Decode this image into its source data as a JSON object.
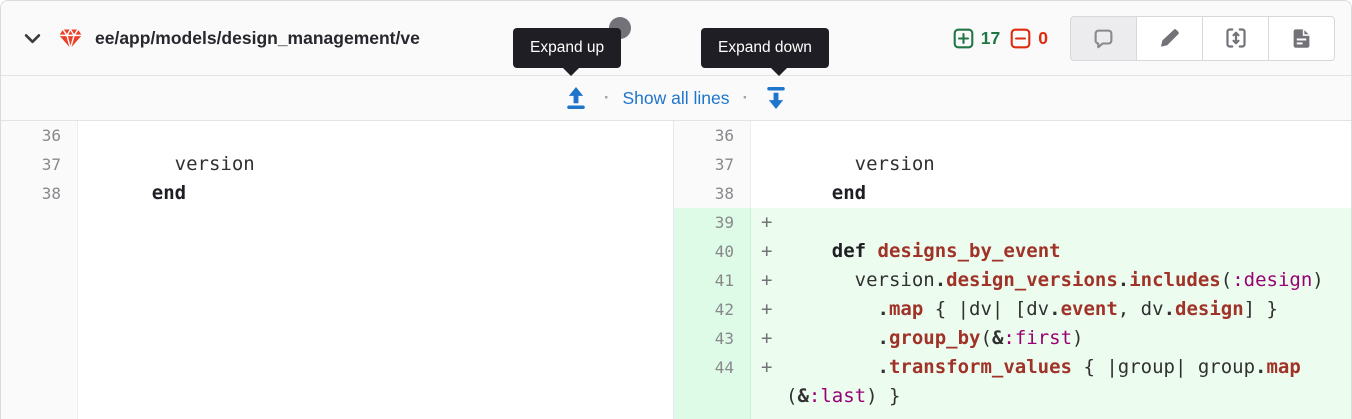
{
  "header": {
    "file_path": "ee/app/models/design_management/ve",
    "additions": "17",
    "deletions": "0",
    "icons": [
      "chevron-down-icon",
      "gem-icon",
      "square-plus-icon",
      "square-minus-icon",
      "comment-icon",
      "pencil-icon",
      "compare-versions-icon",
      "view-file-icon"
    ],
    "colors": {
      "additions": "#217645",
      "deletions": "#dd2b0e",
      "gem": "#e8402a",
      "link": "#1f75cb",
      "added_line_bg": "#ecfdf0",
      "added_gutter_bg": "#ddfbe6",
      "tooltip_bg": "#1f1e24"
    }
  },
  "tooltips": {
    "expand_up": "Expand up",
    "expand_down": "Expand down"
  },
  "expand_bar": {
    "show_all_label": "Show all lines",
    "separator": "·"
  },
  "diff": {
    "left_lines": [
      {
        "num": "36",
        "marker": "",
        "added": false,
        "segments": []
      },
      {
        "num": "37",
        "marker": "",
        "added": false,
        "segments": [
          [
            "p",
            "      version"
          ]
        ]
      },
      {
        "num": "38",
        "marker": "",
        "added": false,
        "segments": [
          [
            "p",
            "    "
          ],
          [
            "k",
            "end"
          ]
        ]
      }
    ],
    "right_lines": [
      {
        "num": "36",
        "marker": "",
        "added": false,
        "segments": []
      },
      {
        "num": "37",
        "marker": "",
        "added": false,
        "segments": [
          [
            "p",
            "      version"
          ]
        ]
      },
      {
        "num": "38",
        "marker": "",
        "added": false,
        "segments": [
          [
            "p",
            "    "
          ],
          [
            "k",
            "end"
          ]
        ]
      },
      {
        "num": "39",
        "marker": "+",
        "added": true,
        "segments": []
      },
      {
        "num": "40",
        "marker": "+",
        "added": true,
        "segments": [
          [
            "p",
            "    "
          ],
          [
            "k",
            "def"
          ],
          [
            "p",
            " "
          ],
          [
            "nf",
            "designs_by_event"
          ]
        ]
      },
      {
        "num": "41",
        "marker": "+",
        "added": true,
        "segments": [
          [
            "p",
            "      version"
          ],
          [
            "o",
            "."
          ],
          [
            "nf",
            "design_versions"
          ],
          [
            "o",
            "."
          ],
          [
            "nf",
            "includes"
          ],
          [
            "p",
            "("
          ],
          [
            "ss",
            ":design"
          ],
          [
            "p",
            ")"
          ]
        ]
      },
      {
        "num": "42",
        "marker": "+",
        "added": true,
        "segments": [
          [
            "p",
            "        "
          ],
          [
            "o",
            "."
          ],
          [
            "nf",
            "map"
          ],
          [
            "p",
            " { |dv| [dv"
          ],
          [
            "o",
            "."
          ],
          [
            "nf",
            "event"
          ],
          [
            "p",
            ", dv"
          ],
          [
            "o",
            "."
          ],
          [
            "nf",
            "design"
          ],
          [
            "p",
            "] }"
          ]
        ]
      },
      {
        "num": "43",
        "marker": "+",
        "added": true,
        "segments": [
          [
            "p",
            "        "
          ],
          [
            "o",
            "."
          ],
          [
            "nf",
            "group_by"
          ],
          [
            "p",
            "("
          ],
          [
            "o",
            "&"
          ],
          [
            "ss",
            ":first"
          ],
          [
            "p",
            ")"
          ]
        ]
      },
      {
        "num": "44",
        "marker": "+",
        "added": true,
        "segments": [
          [
            "p",
            "        "
          ],
          [
            "o",
            "."
          ],
          [
            "nf",
            "transform_values"
          ],
          [
            "p",
            " { |group| group"
          ],
          [
            "o",
            "."
          ],
          [
            "nf",
            "map"
          ],
          [
            "p",
            "("
          ],
          [
            "o",
            "&"
          ],
          [
            "ss",
            ":last"
          ],
          [
            "p",
            ") }"
          ]
        ]
      }
    ]
  }
}
